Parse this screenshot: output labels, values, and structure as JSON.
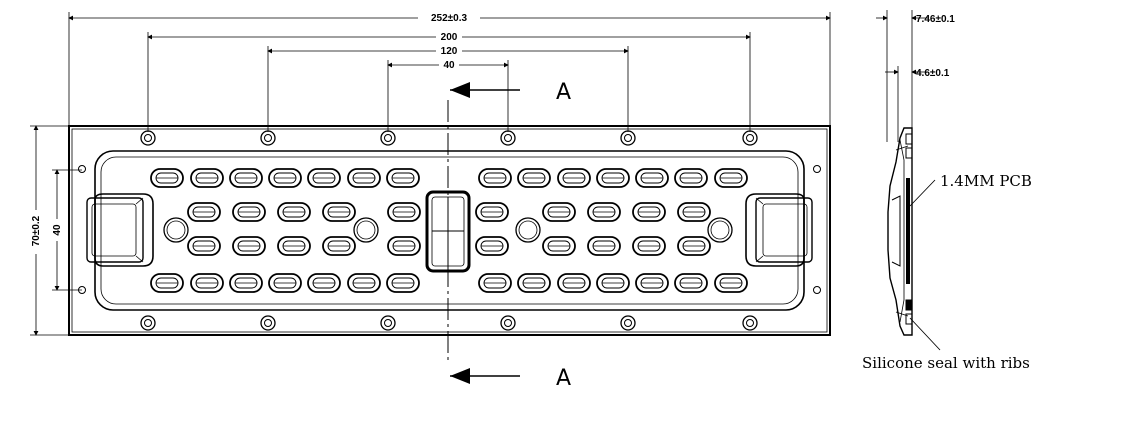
{
  "drawing": {
    "dimensions": {
      "overall_length": "252±0.3",
      "hole_span_200": "200",
      "hole_span_120": "120",
      "hole_span_40": "40",
      "overall_height": "70±0.2",
      "hole_height_40": "40",
      "side_thickness_total": "7.46±0.1",
      "side_thickness_inner": "4.6±0.1"
    },
    "section_label_top": "A",
    "section_label_bottom": "A",
    "callouts": {
      "pcb": "1.4MM PCB",
      "seal": "Silicone seal with ribs"
    }
  }
}
